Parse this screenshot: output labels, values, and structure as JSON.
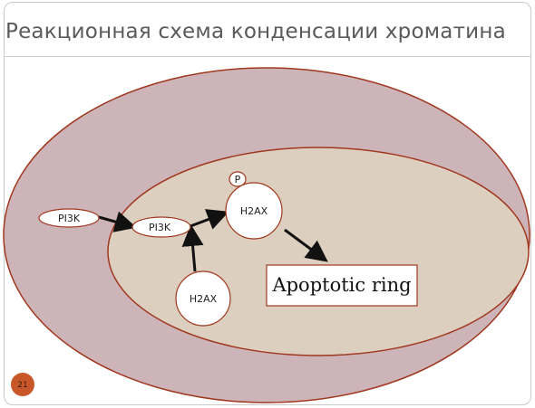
{
  "title": "Реакционная схема конденсации хроматина",
  "nodes": {
    "pi3k_outer": "PI3K",
    "pi3k_inner": "PI3K",
    "h2ax_top": "H2AX",
    "phospho": "P",
    "h2ax_bottom": "H2AX"
  },
  "result_label": "Apoptotic ring",
  "slide_number": "21",
  "colors": {
    "outer_cell": "#cdb4b8",
    "nucleus": "#dccfc0",
    "outline": "#a0371e",
    "page_badge": "#c8572a"
  }
}
